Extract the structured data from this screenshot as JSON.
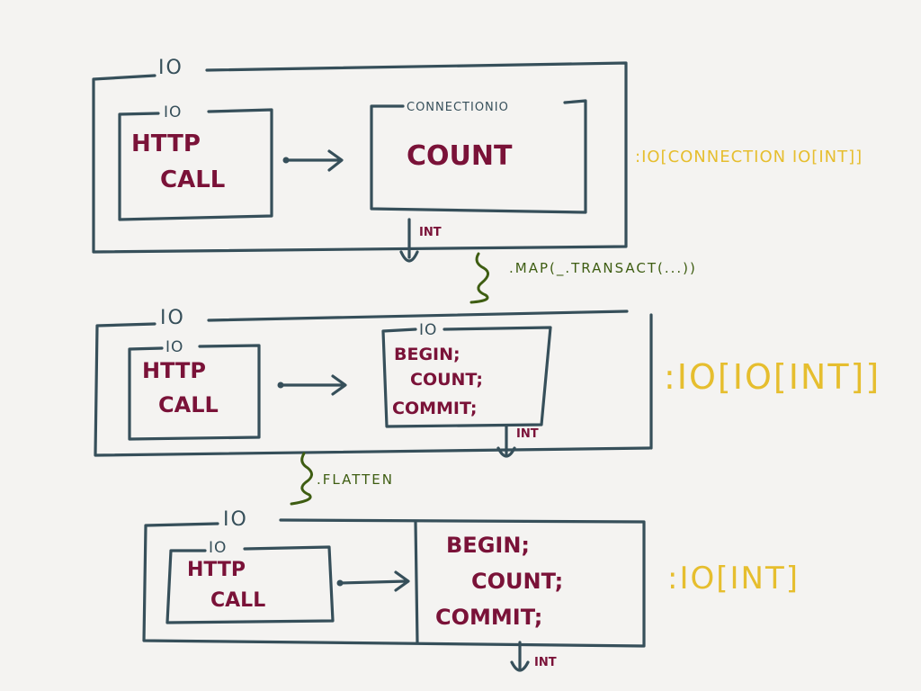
{
  "stage1": {
    "outer_label": "IO",
    "left_label": "IO",
    "left_line1": "HTTP",
    "left_line2": "CALL",
    "right_label": "CONNECTIONIO",
    "right_line1": "COUNT",
    "int_label": "INT",
    "type": ":IO[CONNECTION IO[INT]]"
  },
  "op1": ".MAP(_.TRANSACT(...))",
  "stage2": {
    "outer_label": "IO",
    "left_label": "IO",
    "left_line1": "HTTP",
    "left_line2": "CALL",
    "right_label": "IO",
    "right_line1": "BEGIN;",
    "right_line2": "COUNT;",
    "right_line3": "COMMIT;",
    "int_label": "INT",
    "type": ":IO[IO[INT]]"
  },
  "op2": ".FLATTEN",
  "stage3": {
    "outer_label": "IO",
    "left_label": "IO",
    "left_line1": "HTTP",
    "left_line2": "CALL",
    "right_line1": "BEGIN;",
    "right_line2": "COUNT;",
    "right_line3": "COMMIT;",
    "int_label": "INT",
    "type": ":IO[INT]"
  },
  "colors": {
    "frame": "#364f5a",
    "code": "#7a1238",
    "operation": "#3e5d12",
    "type_annotation": "#e6be2e",
    "background": "#f4f3f1"
  }
}
